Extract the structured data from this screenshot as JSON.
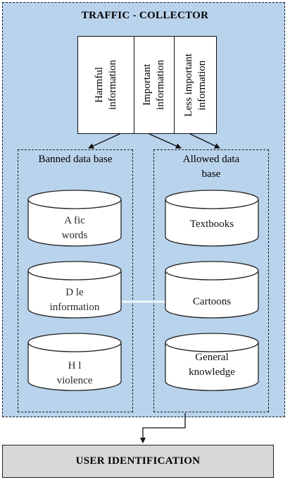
{
  "title": "TRAFFIC - COLLECTOR",
  "categories": [
    {
      "label": "Harmful\ninformation"
    },
    {
      "label": "Important\ninformation"
    },
    {
      "label": "Less important\ninformation"
    }
  ],
  "banned_db": {
    "title": "Banned data base",
    "items": [
      {
        "label": "A    fic\nwords"
      },
      {
        "label": "D          le\ninformation"
      },
      {
        "label": "H          l\nviolence"
      }
    ]
  },
  "allowed_db": {
    "title": "Allowed data\nbase",
    "items": [
      {
        "label": "Textbooks"
      },
      {
        "label": "Cartoons"
      },
      {
        "label": "General\nknowledge"
      }
    ]
  },
  "user_identification": "USER IDENTIFICATION",
  "colors": {
    "panel_fill": "#b9d3ec",
    "footer_fill": "#d8d8d8",
    "cylinder_fill": "#ffffff"
  }
}
